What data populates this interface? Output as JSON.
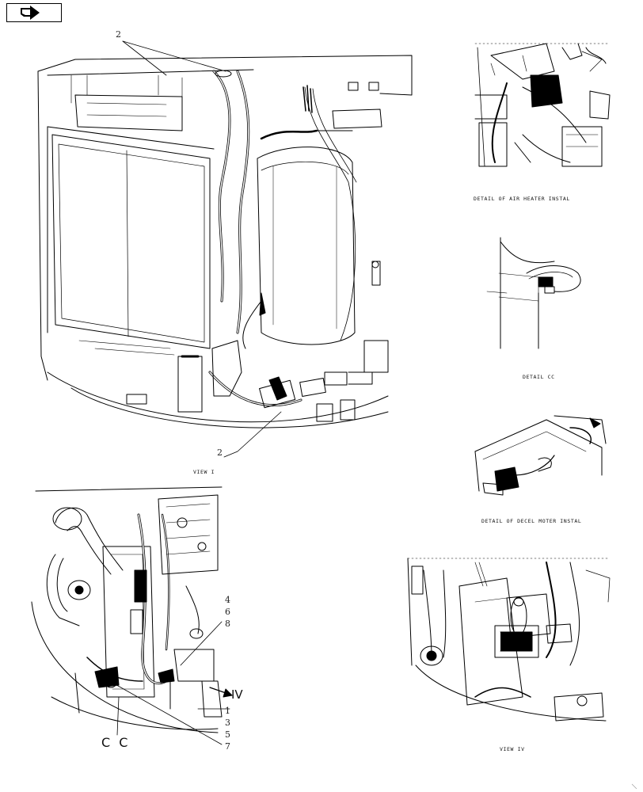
{
  "toolbar": {
    "nav_icon": "return-arrow-icon"
  },
  "views": {
    "view_i": {
      "caption": "VIEW I",
      "callouts": [
        "2",
        "2"
      ]
    },
    "view_iii": {
      "callouts": [
        "4",
        "6",
        "8",
        "1",
        "3",
        "5",
        "7"
      ],
      "detail_ref": "C C",
      "view_ref": "IV"
    },
    "view_iv": {
      "caption": "VIEW IV"
    }
  },
  "details": {
    "air_heater": {
      "caption": "DETAIL OF AIR HEATER INSTAL"
    },
    "cc": {
      "caption": "DETAIL CC"
    },
    "decel_motor": {
      "caption": "DETAIL OF DECEL MOTER INSTAL"
    }
  }
}
